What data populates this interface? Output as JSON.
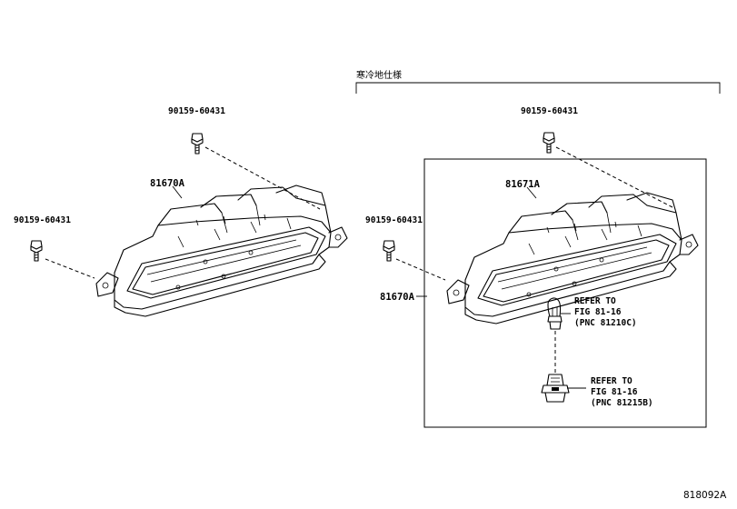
{
  "labels": {
    "left_upper_bolt": "90159-60431",
    "left_lower_bolt": "90159-60431",
    "left_lamp": "81670A",
    "bracket_title": "寒冷地仕様",
    "right_upper_bolt": "90159-60431",
    "right_lower_bolt": "90159-60431",
    "right_lamp": "81671A",
    "right_housing": "81670A",
    "bulb_ref_line1": "REFER TO",
    "bulb_ref_line2": "FIG 81-16",
    "bulb_ref_line3": "(PNC 81210C)",
    "socket_ref_line1": "REFER TO",
    "socket_ref_line2": "FIG 81-16",
    "socket_ref_line3": "(PNC 81215B)",
    "figure_number": "818092A"
  }
}
